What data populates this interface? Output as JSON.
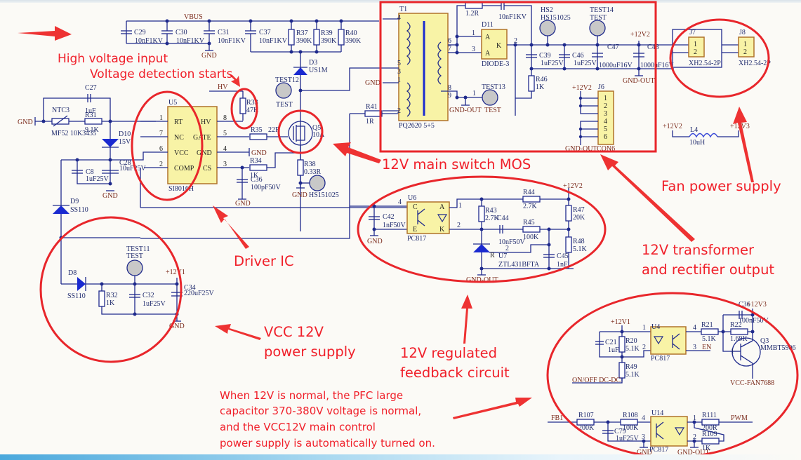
{
  "annotations": {
    "high_voltage_input": "High voltage input",
    "voltage_detection": "Voltage detection starts",
    "main_switch_mos": "12V main switch MOS",
    "fan_power_supply": "Fan power supply",
    "driver_ic": "Driver IC",
    "transformer_output_1": "12V transformer",
    "transformer_output_2": "and rectifier output",
    "vcc_supply_1": "VCC 12V",
    "vcc_supply_2": "power supply",
    "feedback_1": "12V regulated",
    "feedback_2": "feedback circuit",
    "note_1": "When 12V is normal, the PFC large",
    "note_2": "capacitor 370-380V voltage is normal,",
    "note_3": "and the VCC12V main control",
    "note_4": "power supply is automatically turned on."
  },
  "nets": {
    "vbus": "VBUS",
    "gnd": "GND",
    "hv": "HV",
    "gnd_out": "GND-OUT",
    "v12v1": "+12V1",
    "v12v2": "+12V2",
    "v12v3": "+12V3",
    "en": "EN",
    "pwm": "PWM",
    "fb1": "FB1",
    "onoff": "ON/OFF DC-DC",
    "vcc_fan": "VCC-FAN7688"
  },
  "input_caps": [
    {
      "ref": "C29",
      "value": "10nF1KV"
    },
    {
      "ref": "C30",
      "value": "10nF1KV"
    },
    {
      "ref": "C31",
      "value": "10nF1KV"
    },
    {
      "ref": "C37",
      "value": "10nF1KV"
    }
  ],
  "divider_resistors": [
    {
      "ref": "R37",
      "value": "390K"
    },
    {
      "ref": "R39",
      "value": "390K"
    },
    {
      "ref": "R40",
      "value": "390K"
    }
  ],
  "d3": {
    "ref": "D3",
    "value": "US1M"
  },
  "test12": {
    "ref": "TEST12",
    "value": "TEST"
  },
  "r33": {
    "ref": "R33",
    "value": "47K"
  },
  "ntc": {
    "ref": "NTC3",
    "value": "MF52 10K3435"
  },
  "c27": {
    "ref": "C27",
    "value": "1uF"
  },
  "r31": {
    "ref": "R31",
    "value": "9.1K"
  },
  "d10": {
    "ref": "D10",
    "value": "15V"
  },
  "c8": {
    "ref": "C8",
    "value": "1uF25V"
  },
  "c28": {
    "ref": "C28",
    "value": "10uF25V"
  },
  "u5": {
    "ref": "U5",
    "part": "SI8016H",
    "left_pins": [
      {
        "num": "1",
        "name": "RT"
      },
      {
        "num": "7",
        "name": "NC"
      },
      {
        "num": "6",
        "name": "VCC"
      },
      {
        "num": "2",
        "name": "COMP"
      }
    ],
    "right_pins": [
      {
        "num": "8",
        "name": "HV"
      },
      {
        "num": "5",
        "name": "GATE"
      },
      {
        "num": "4",
        "name": "GND"
      },
      {
        "num": "3",
        "name": "CS"
      }
    ]
  },
  "r35": {
    "ref": "R35",
    "value": "22R"
  },
  "r34": {
    "ref": "R34",
    "value": "1K"
  },
  "c36": {
    "ref": "C36",
    "value": "100pF50V"
  },
  "q5": {
    "ref": "Q5",
    "value": "10A"
  },
  "r38": {
    "ref": "R38",
    "value": "0.33R"
  },
  "hs1": {
    "value": "HS151025"
  },
  "r41": {
    "ref": "R41",
    "value": "1R"
  },
  "t1": {
    "ref": "T1",
    "part": "PQ2620 5+5",
    "pins": [
      "4",
      "5",
      "3",
      "1",
      "2",
      "6",
      "7",
      "8",
      "9"
    ]
  },
  "r_snub": {
    "value": "1.2R"
  },
  "c_snub": {
    "value": "10nF1KV"
  },
  "d11": {
    "ref": "D11",
    "part": "DIODE-3",
    "pins": [
      "1",
      "3",
      "2"
    ],
    "a": "A",
    "k": "K"
  },
  "hs2": {
    "ref": "HS2",
    "value": "HS151025"
  },
  "test14": {
    "ref": "TEST14",
    "value": "TEST"
  },
  "test13": {
    "ref": "TEST13",
    "value": "TEST",
    "pin": "1"
  },
  "c39": {
    "ref": "C39",
    "value": "1uF25V"
  },
  "c46": {
    "ref": "C46",
    "value": "1uF25V"
  },
  "c47": {
    "ref": "C47",
    "value": "1000uF16V"
  },
  "c48": {
    "ref": "C48",
    "value": "1000uF16V"
  },
  "r46": {
    "ref": "R46",
    "value": "1K"
  },
  "j6": {
    "ref": "J6",
    "part": "CON6",
    "pins": [
      "1",
      "2",
      "3",
      "4",
      "5",
      "6"
    ]
  },
  "j7": {
    "ref": "J7",
    "part": "XH2.54-2P",
    "pins": [
      "1",
      "2"
    ]
  },
  "j8": {
    "ref": "J8",
    "part": "XH2.54-2P",
    "pins": [
      "1",
      "2"
    ]
  },
  "l4": {
    "ref": "L4",
    "value": "10uH"
  },
  "d9": {
    "ref": "D9",
    "value": "SS110"
  },
  "d8": {
    "ref": "D8",
    "value": "SS110"
  },
  "test11": {
    "ref": "TEST11",
    "value": "TEST"
  },
  "r32": {
    "ref": "R32",
    "value": "1K"
  },
  "c32": {
    "ref": "C32",
    "value": "1uF25V"
  },
  "c34": {
    "ref": "C34",
    "value": "220uF25V"
  },
  "u6": {
    "ref": "U6",
    "part": "PC817",
    "pins": [
      "4",
      "1",
      "2"
    ],
    "c": "C",
    "e": "E",
    "a": "A",
    "k": "K"
  },
  "c42": {
    "ref": "C42",
    "value": "1nF50V"
  },
  "r43": {
    "ref": "R43",
    "value": "2.7K"
  },
  "r44": {
    "ref": "R44",
    "value": "2.7K"
  },
  "c44": {
    "ref": "C44",
    "value": "10nF50V"
  },
  "r45": {
    "ref": "R45",
    "value": "100K"
  },
  "r47": {
    "ref": "R47",
    "value": "20K"
  },
  "r48": {
    "ref": "R48",
    "value": "5.1K"
  },
  "c45": {
    "ref": "C45",
    "value": "1nF"
  },
  "u7": {
    "ref": "U7",
    "part": "ZTL431BFTA",
    "pin": "2",
    "r": "R"
  },
  "u4": {
    "ref": "U4",
    "part": "PC817",
    "pins": [
      "1",
      "2",
      "4",
      "3"
    ]
  },
  "c21": {
    "ref": "C21",
    "value": "1uF"
  },
  "r20": {
    "ref": "R20",
    "value": "5.1K"
  },
  "r49": {
    "ref": "R49",
    "value": "5.1K"
  },
  "r21": {
    "ref": "R21",
    "value": "5.1K"
  },
  "r22": {
    "ref": "R22",
    "value": "1.69K"
  },
  "c_q3": {
    "ref": "C36",
    "value": "100nF50V"
  },
  "q3": {
    "ref": "Q3",
    "part": "MMBT5906",
    "pins": [
      "1",
      "2",
      "3"
    ]
  },
  "u14": {
    "ref": "U14",
    "part": "PC817",
    "pins": [
      "4",
      "3",
      "1",
      "2"
    ]
  },
  "r107": {
    "ref": "R107",
    "value": "200K"
  },
  "r108": {
    "ref": "R108",
    "value": "100K"
  },
  "c79": {
    "ref": "C79",
    "value": "1uF25V"
  },
  "r111": {
    "ref": "R111",
    "value": "200R"
  },
  "r109": {
    "ref": "R109",
    "value": "1K"
  }
}
